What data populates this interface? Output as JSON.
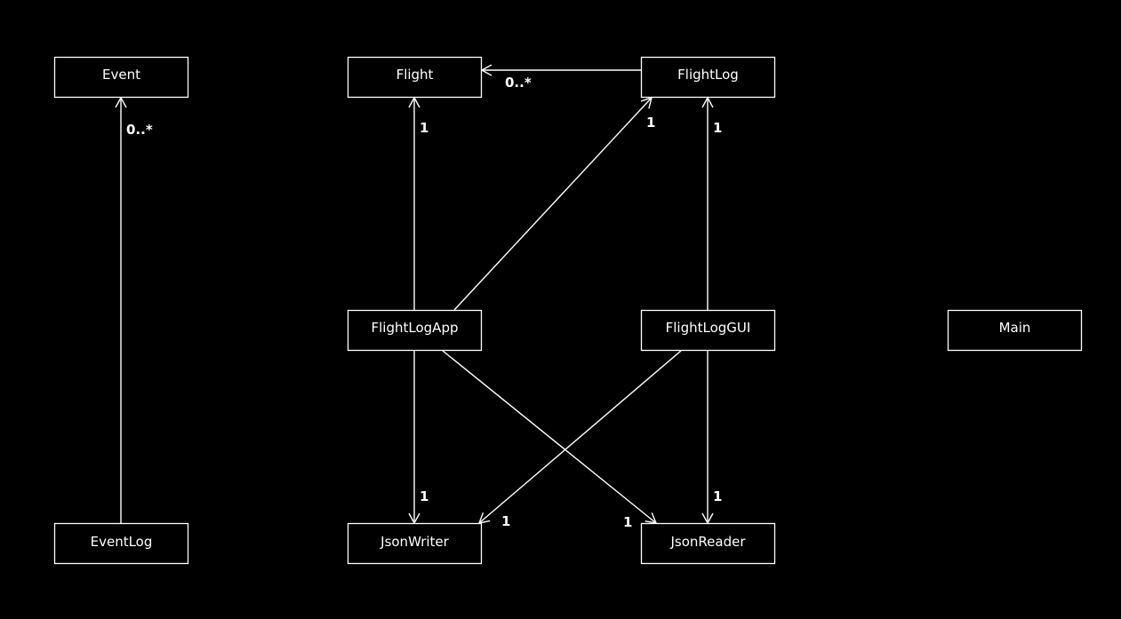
{
  "classes": [
    {
      "id": "Event",
      "label": "Event"
    },
    {
      "id": "Flight",
      "label": "Flight"
    },
    {
      "id": "FlightLog",
      "label": "FlightLog"
    },
    {
      "id": "FlightLogApp",
      "label": "FlightLogApp"
    },
    {
      "id": "FlightLogGUI",
      "label": "FlightLogGUI"
    },
    {
      "id": "Main",
      "label": "Main"
    },
    {
      "id": "EventLog",
      "label": "EventLog"
    },
    {
      "id": "JsonWriter",
      "label": "JsonWriter"
    },
    {
      "id": "JsonReader",
      "label": "JsonReader"
    }
  ],
  "associations": [
    {
      "from": "EventLog",
      "to": "Event",
      "multiplicity": "0..*"
    },
    {
      "from": "FlightLog",
      "to": "Flight",
      "multiplicity": "0..*"
    },
    {
      "from": "FlightLogApp",
      "to": "Flight",
      "multiplicity": "1"
    },
    {
      "from": "FlightLogApp",
      "to": "FlightLog",
      "multiplicity": "1"
    },
    {
      "from": "FlightLogGUI",
      "to": "FlightLog",
      "multiplicity": "1"
    },
    {
      "from": "FlightLogApp",
      "to": "JsonWriter",
      "multiplicity": "1"
    },
    {
      "from": "FlightLogApp",
      "to": "JsonReader",
      "multiplicity": "1"
    },
    {
      "from": "FlightLogGUI",
      "to": "JsonWriter",
      "multiplicity": "1"
    },
    {
      "from": "FlightLogGUI",
      "to": "JsonReader",
      "multiplicity": "1"
    }
  ],
  "colors": {
    "background": "#000000",
    "stroke": "#ffffff",
    "text": "#ffffff"
  }
}
